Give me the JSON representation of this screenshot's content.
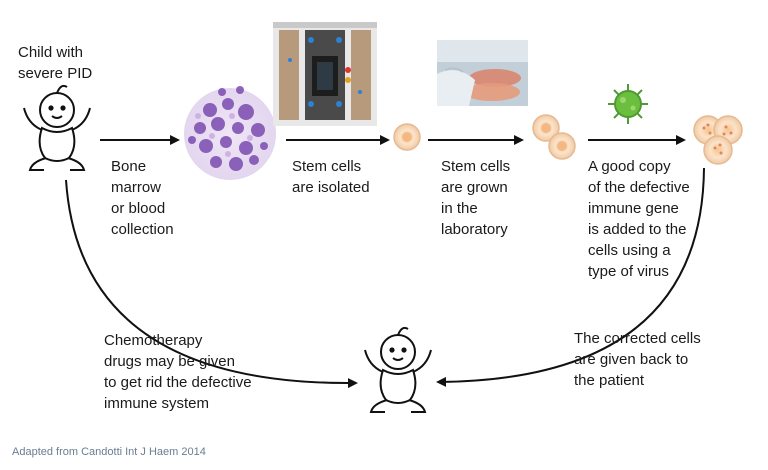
{
  "labels": {
    "child": "Child with\nsevere PID",
    "bone_marrow": "Bone\nmarrow\nor blood\ncollection",
    "isolated": "Stem cells\nare isolated",
    "grown": "Stem cells\nare grown\nin the\nlaboratory",
    "gene": "A good copy\nof the defective\nimmune gene\nis added to the\ncells using a\ntype of virus",
    "chemo": "Chemotherapy\ndrugs may be given\nto get rid the defective\nimmune system",
    "returned": "The corrected cells\nare given back to\nthe patient"
  },
  "credit": "Adapted from Candotti Int J Haem 2014",
  "icons": [
    "baby-icon",
    "bone-marrow-micrograph",
    "cell-separator-machine",
    "stem-cell-icon",
    "lab-culture-photo",
    "virus-icon",
    "corrected-cells-icon"
  ],
  "colors": {
    "marrow": "#7b4bb0",
    "cell": "#f3b98a",
    "virus": "#5aa83a",
    "arrow": "#111111"
  }
}
